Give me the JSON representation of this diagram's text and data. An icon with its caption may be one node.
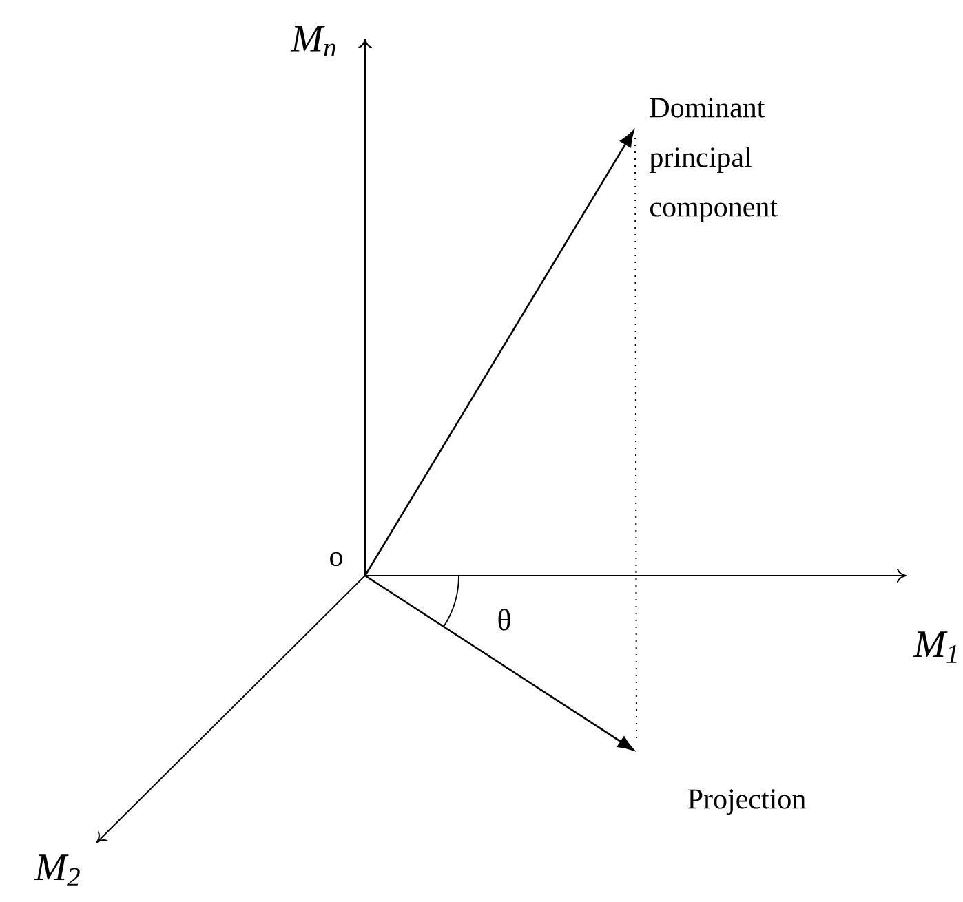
{
  "diagram": {
    "nodes": [
      {
        "text": [
          "o"
        ]
      },
      {
        "text": [
          "Dominant principal component"
        ]
      },
      {
        "text": [
          "Projection"
        ]
      }
    ],
    "edges": [
      {
        "from": 0,
        "to": 1,
        "arrow": "to"
      },
      {
        "from": 0,
        "to": 2,
        "arrow": "to"
      },
      {
        "from": 1,
        "to": 2,
        "arrow": "none",
        "style": "dashed"
      }
    ],
    "labels": [
      "M$_{n}$",
      "M$_{1}$",
      "M$_{2}$",
      "θ"
    ]
  }
}
